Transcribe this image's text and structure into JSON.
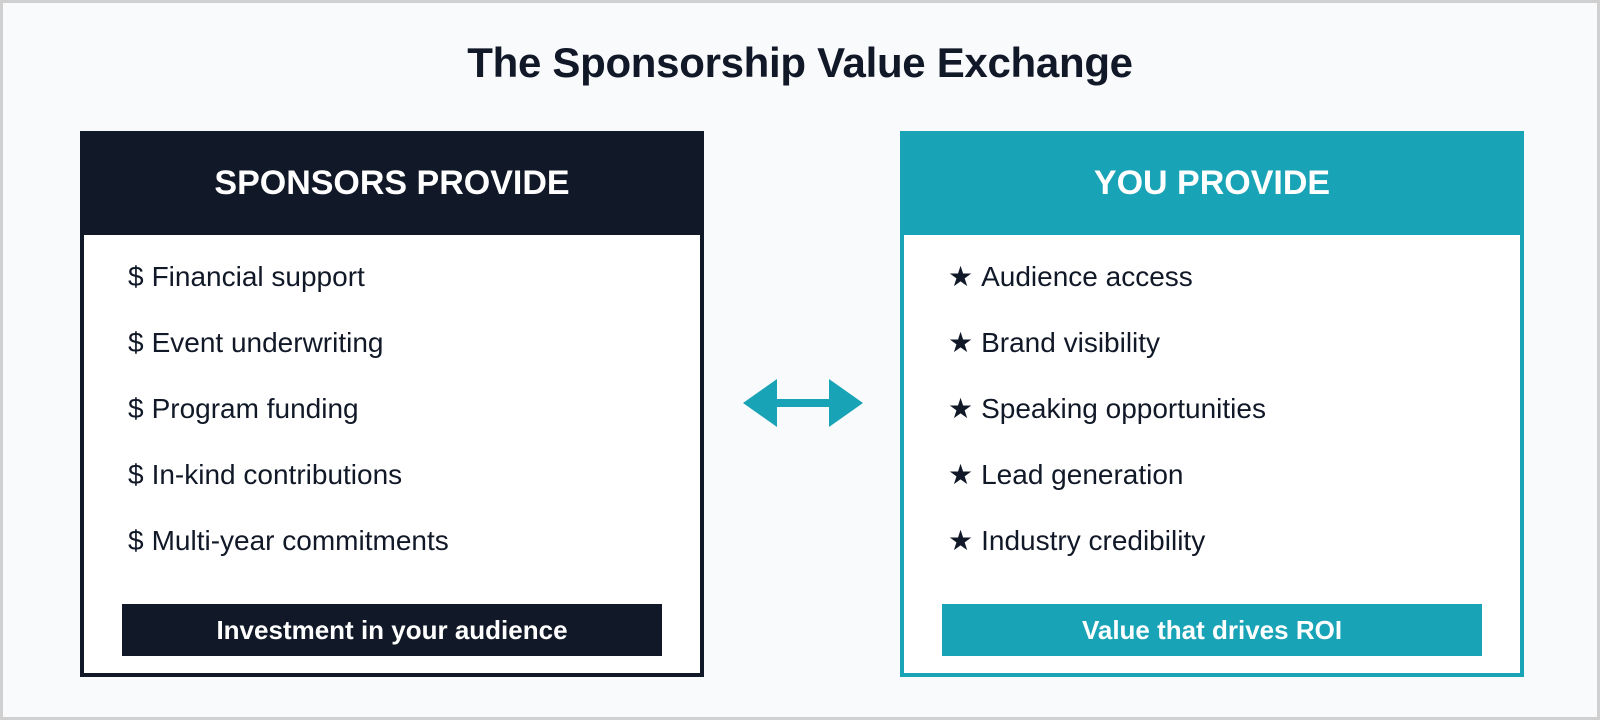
{
  "title": "The Sponsorship Value Exchange",
  "colors": {
    "navy": "#111827",
    "teal": "#19a3b6",
    "background": "#f9fafb"
  },
  "left_panel": {
    "header": "SPONSORS PROVIDE",
    "bullet_symbol": "$",
    "items": [
      "Financial support",
      "Event underwriting",
      "Program funding",
      "In-kind contributions",
      "Multi-year commitments"
    ],
    "footer": "Investment in your audience"
  },
  "right_panel": {
    "header": "YOU PROVIDE",
    "bullet_symbol": "★",
    "items": [
      "Audience access",
      "Brand visibility",
      "Speaking opportunities",
      "Lead generation",
      "Industry credibility"
    ],
    "footer": "Value that drives ROI"
  },
  "connector": {
    "icon": "double-headed-arrow-icon"
  }
}
